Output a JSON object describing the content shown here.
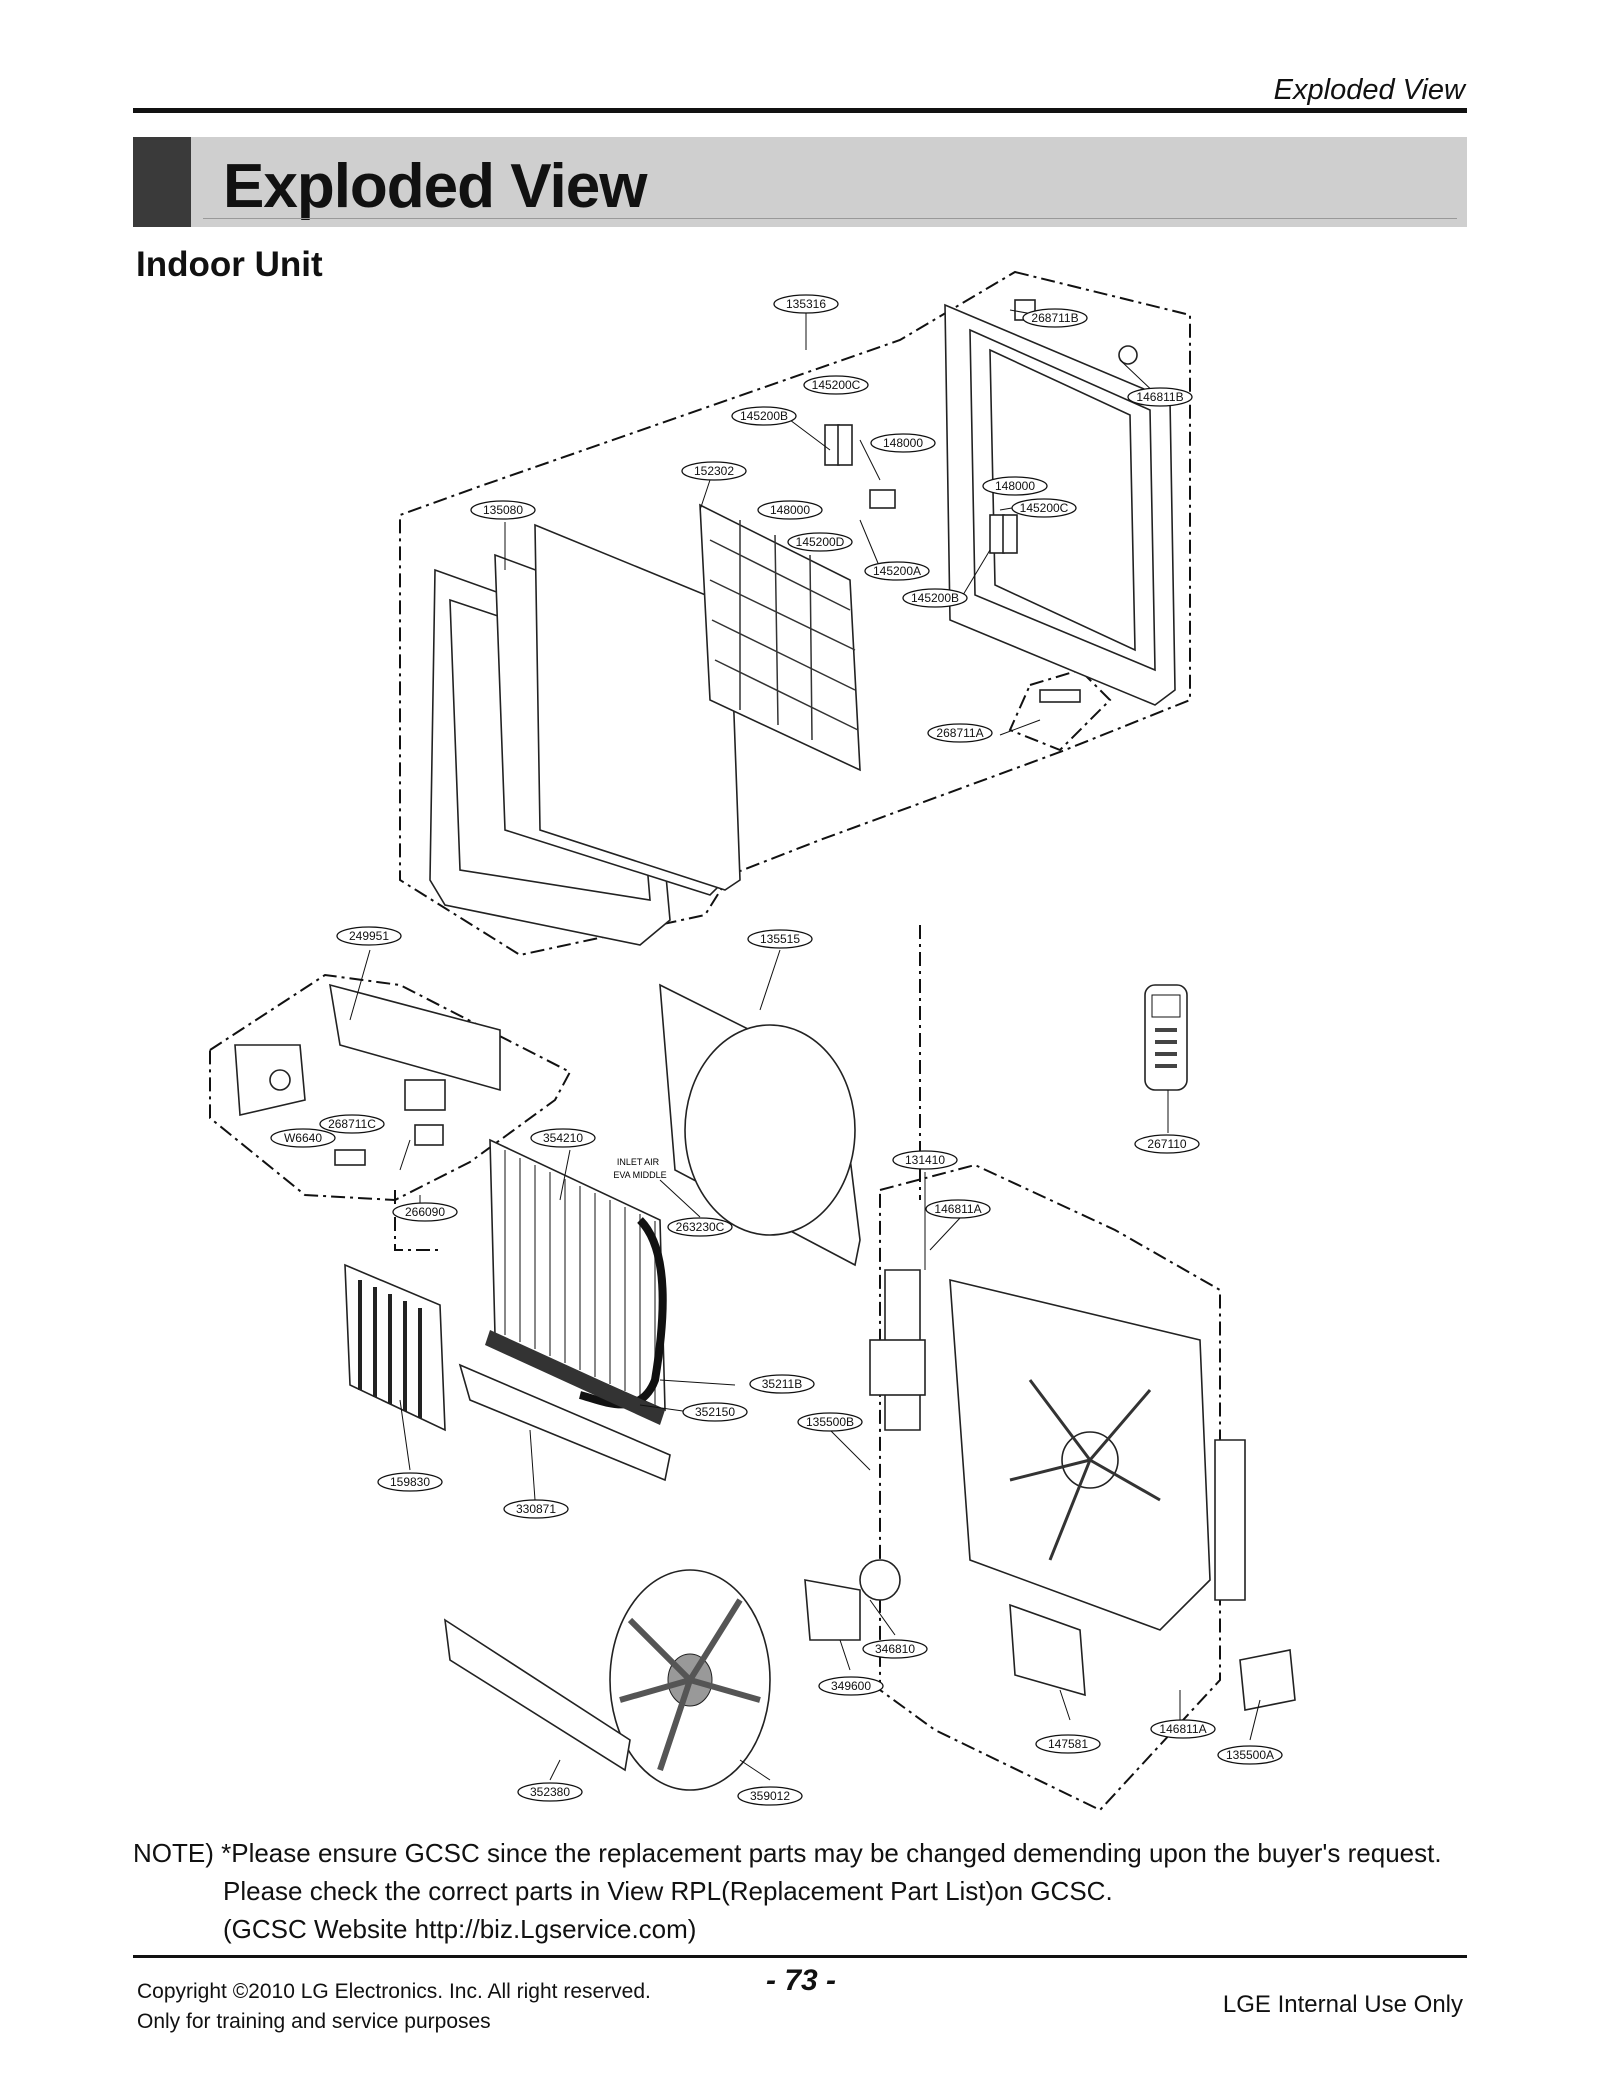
{
  "header": {
    "running_title": "Exploded View"
  },
  "banner": {
    "title": "Exploded View"
  },
  "section": {
    "title": "Indoor Unit"
  },
  "part_labels": [
    {
      "id": "p1",
      "text": "135316"
    },
    {
      "id": "p2",
      "text": "268711B"
    },
    {
      "id": "p3",
      "text": "145200C"
    },
    {
      "id": "p4",
      "text": "146811B"
    },
    {
      "id": "p5",
      "text": "145200B"
    },
    {
      "id": "p6",
      "text": "148000"
    },
    {
      "id": "p7",
      "text": "152302"
    },
    {
      "id": "p8",
      "text": "148000"
    },
    {
      "id": "p9",
      "text": "135080"
    },
    {
      "id": "p10",
      "text": "148000"
    },
    {
      "id": "p11",
      "text": "145200C"
    },
    {
      "id": "p12",
      "text": "145200D"
    },
    {
      "id": "p13",
      "text": "145200A"
    },
    {
      "id": "p14",
      "text": "145200B"
    },
    {
      "id": "p15",
      "text": "268711A"
    },
    {
      "id": "p16",
      "text": "249951"
    },
    {
      "id": "p17",
      "text": "135515"
    },
    {
      "id": "p18",
      "text": "268711C"
    },
    {
      "id": "p19",
      "text": "W6640"
    },
    {
      "id": "p20",
      "text": "354210"
    },
    {
      "id": "p21",
      "text": "266090"
    },
    {
      "id": "p22",
      "text": "263230C"
    },
    {
      "id": "p23",
      "text": "267110"
    },
    {
      "id": "p24",
      "text": "131410"
    },
    {
      "id": "p25",
      "text": "146811A"
    },
    {
      "id": "p26",
      "text": "35211B"
    },
    {
      "id": "p27",
      "text": "352150"
    },
    {
      "id": "p28",
      "text": "135500B"
    },
    {
      "id": "p29",
      "text": "159830"
    },
    {
      "id": "p30",
      "text": "330871"
    },
    {
      "id": "p31",
      "text": "346810"
    },
    {
      "id": "p32",
      "text": "349600"
    },
    {
      "id": "p33",
      "text": "147581"
    },
    {
      "id": "p34",
      "text": "146811A"
    },
    {
      "id": "p35",
      "text": "135500A"
    },
    {
      "id": "p36",
      "text": "352380"
    },
    {
      "id": "p37",
      "text": "359012"
    }
  ],
  "coil_note": {
    "line1": "INLET AIR",
    "line2": "EVA MIDDLE"
  },
  "note": {
    "line1": "NOTE) *Please ensure GCSC since the replacement parts may be changed demending upon the buyer's request.",
    "line2": "Please check the correct parts in View RPL(Replacement Part List)on GCSC.",
    "line3": "(GCSC Website http://biz.Lgservice.com)"
  },
  "footer": {
    "copyright": "Copyright ©2010 LG Electronics. Inc. All right reserved.",
    "purpose": "Only for training and service purposes",
    "page_number": "- 73 -",
    "internal": "LGE Internal Use Only"
  }
}
